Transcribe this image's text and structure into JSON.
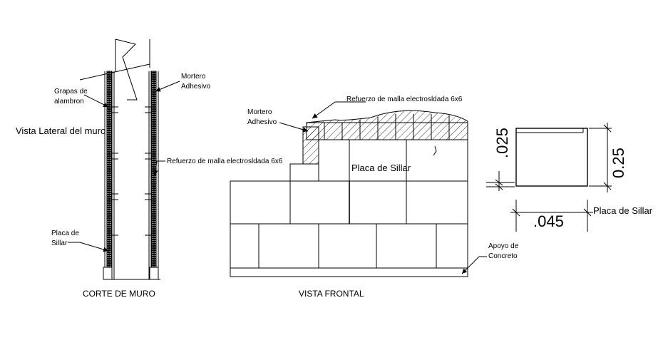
{
  "labels": {
    "grapas": [
      "Grapas de",
      "alambron"
    ],
    "vista_lateral": "Vista Lateral del muro",
    "placa_left": [
      "Placa de",
      "Sillar"
    ],
    "mortero_top": [
      "Mortero",
      "Adhesivo"
    ],
    "refuerzo_side": "Refuerzo de malla electrosldada 6x6",
    "corte_de_muro": "CORTE DE MURO",
    "mortero_front": [
      "Mortero",
      "Adhesivo"
    ],
    "refuerzo_front": "Refuerzo de malla electrosldada 6x6",
    "placa_de_sillar_front": "Placa de Sillar",
    "apoyo": [
      "Apoyo de",
      "Concreto"
    ],
    "vista_frontal": "VISTA FRONTAL",
    "dim_thick": ".025",
    "dim_height": "0.25",
    "dim_width": ".045",
    "placa_de_sillar_detail": "Placa de Sillar"
  }
}
